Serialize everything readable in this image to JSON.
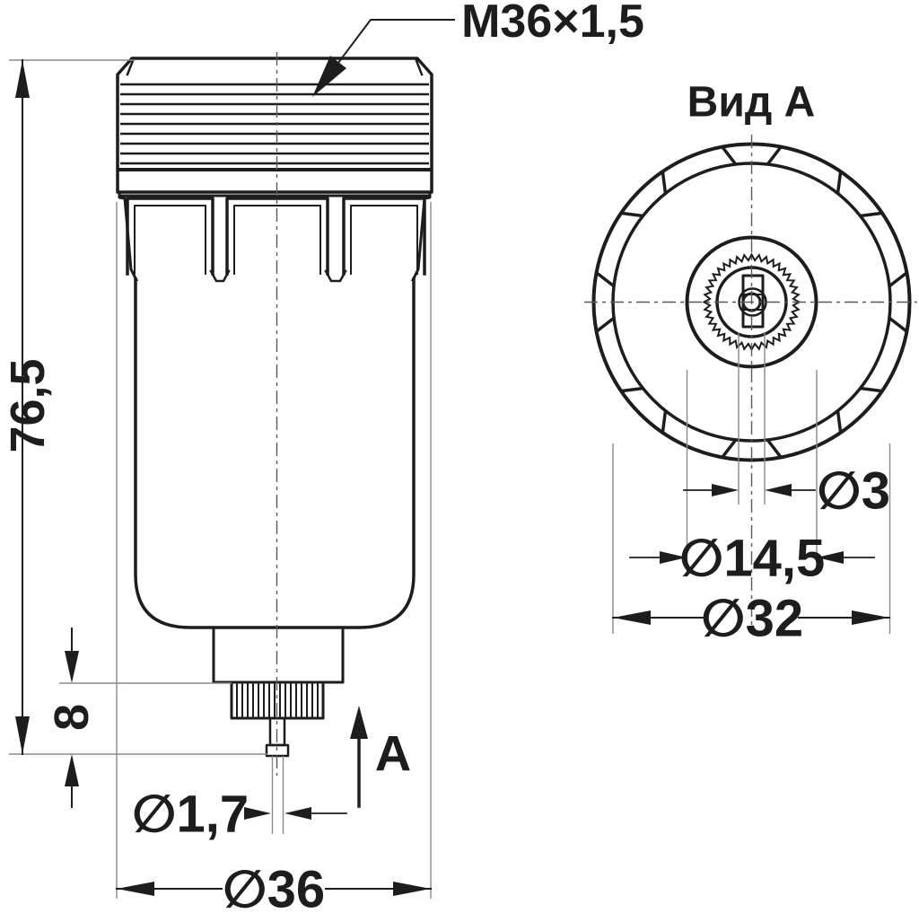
{
  "labels": {
    "thread_callout": "M36×1,5",
    "view_a_title": "Вид А",
    "view_direction": "А"
  },
  "dimensions": {
    "overall_height": "76,5",
    "drain_height": "8",
    "pin_diameter": "∅1,7",
    "cap_diameter": "∅36",
    "slot_diameter": "∅3",
    "knurl_diameter": "∅14,5",
    "bowl_diameter": "∅32"
  },
  "colors": {
    "line": "#1d1d1b",
    "thin_line": "#8a8a8a",
    "background": "#ffffff"
  }
}
